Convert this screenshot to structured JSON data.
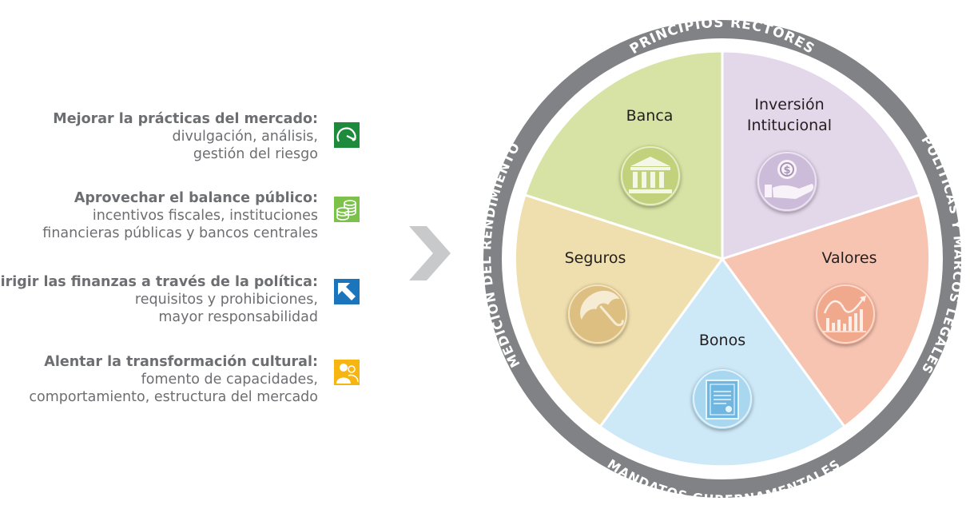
{
  "items": [
    {
      "title": "Mejorar la prácticas del mercado:",
      "line1": "divulgación, análisis,",
      "line2": "gestión del riesgo",
      "icon": "gauge-icon",
      "color": "#1e8a3c"
    },
    {
      "title": "Aprovechar el balance público:",
      "line1": "incentivos fiscales, instituciones",
      "line2": "financieras públicas y bancos centrales",
      "icon": "coins-icon",
      "color": "#7cc24a"
    },
    {
      "title": "Dirigir las finanzas a través de la política:",
      "line1": "requisitos y prohibiciones,",
      "line2": "mayor responsabilidad",
      "icon": "direction-arrow-icon",
      "color": "#1b75bc"
    },
    {
      "title": "Alentar la transformación cultural:",
      "line1": "fomento de capacidades,",
      "line2": "comportamiento, estructura del mercado",
      "icon": "people-icon",
      "color": "#f7b512"
    }
  ],
  "ring": {
    "top": "PRINCIPIOS RECTORES",
    "right": "POLÍTICAS Y MARCOS LEGALES",
    "bottom": "MANDATOS GUBERNAMENTALES",
    "left": "MEDICIÓN DEL RENDIMIENTO",
    "color": "#808285"
  },
  "segments": [
    {
      "label": "Banca",
      "icon": "bank-icon",
      "color": "#d6e3a5"
    },
    {
      "label_line1": "Inversión",
      "label_line2": "Intitucional",
      "icon": "hand-coin-icon",
      "color": "#e3d7ea"
    },
    {
      "label": "Valores",
      "icon": "growth-chart-icon",
      "color": "#f8c4b2"
    },
    {
      "label": "Bonos",
      "icon": "certificate-icon",
      "color": "#cde8f7"
    },
    {
      "label": "Seguros",
      "icon": "umbrella-icon",
      "color": "#f0dfae"
    }
  ]
}
